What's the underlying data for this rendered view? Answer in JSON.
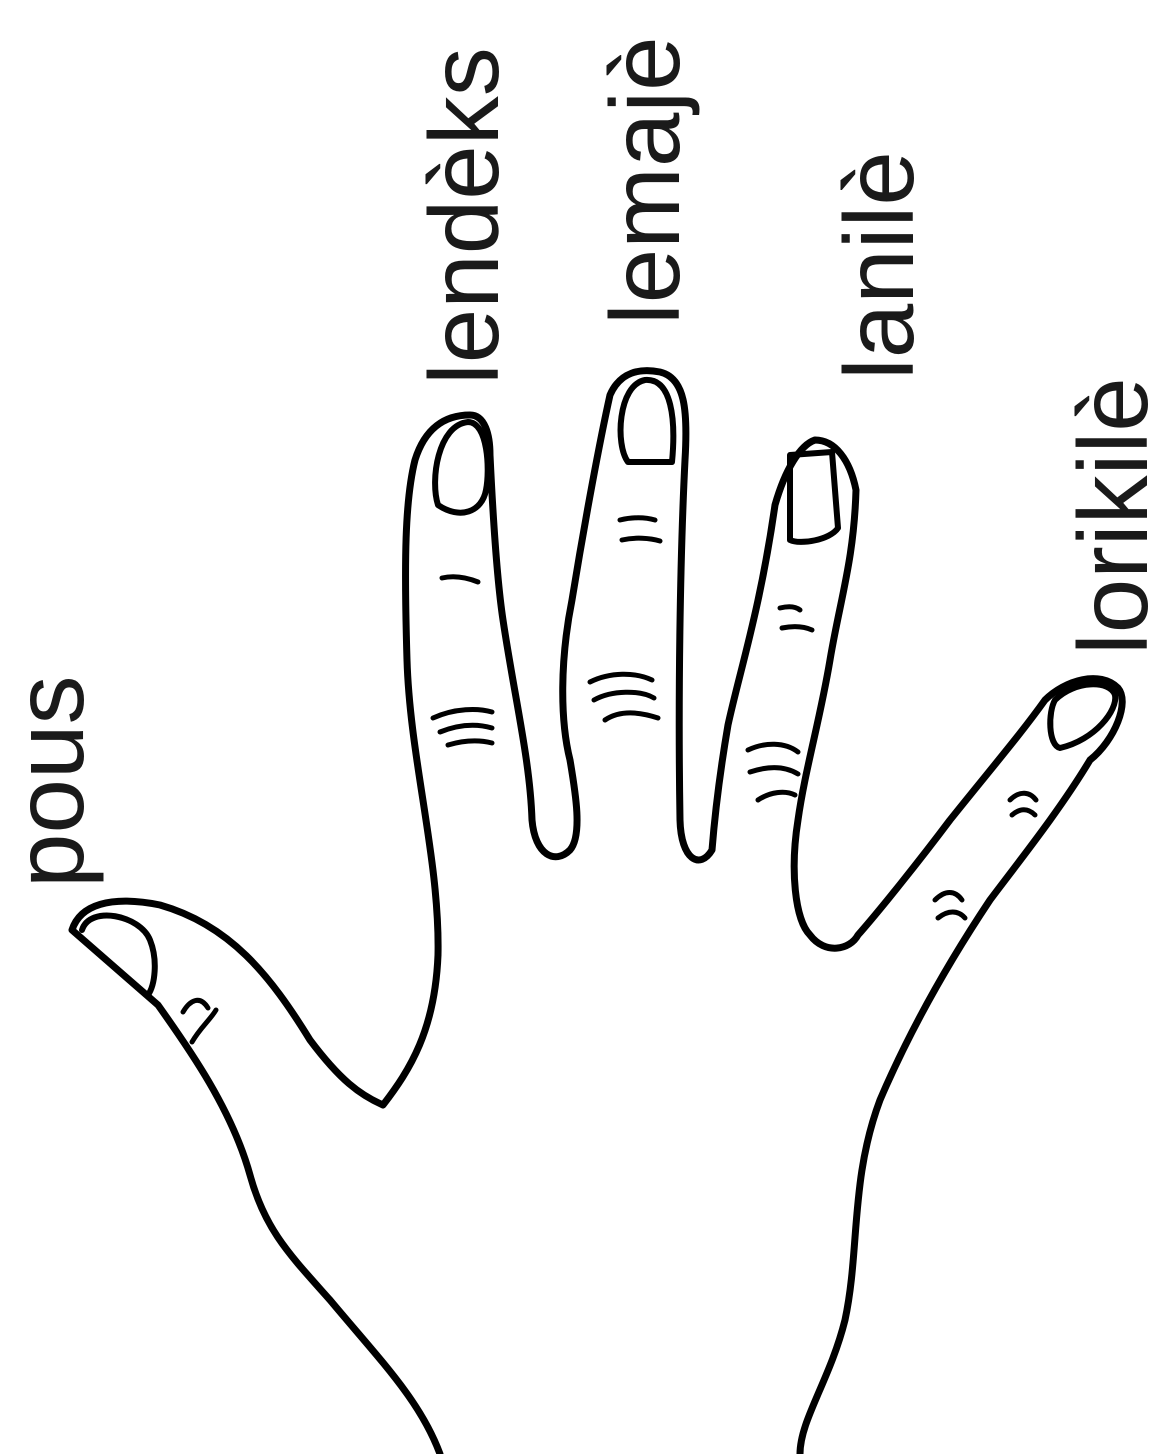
{
  "fingers": {
    "thumb": {
      "label": "pous"
    },
    "index": {
      "label": "lendèks"
    },
    "middle": {
      "label": "lemajè"
    },
    "ring": {
      "label": "lanilè"
    },
    "little": {
      "label": "lorikilè"
    }
  },
  "colors": {
    "outline": "#000000",
    "background": "#ffffff",
    "text": "#1a1a1a",
    "shading": "#555555"
  }
}
